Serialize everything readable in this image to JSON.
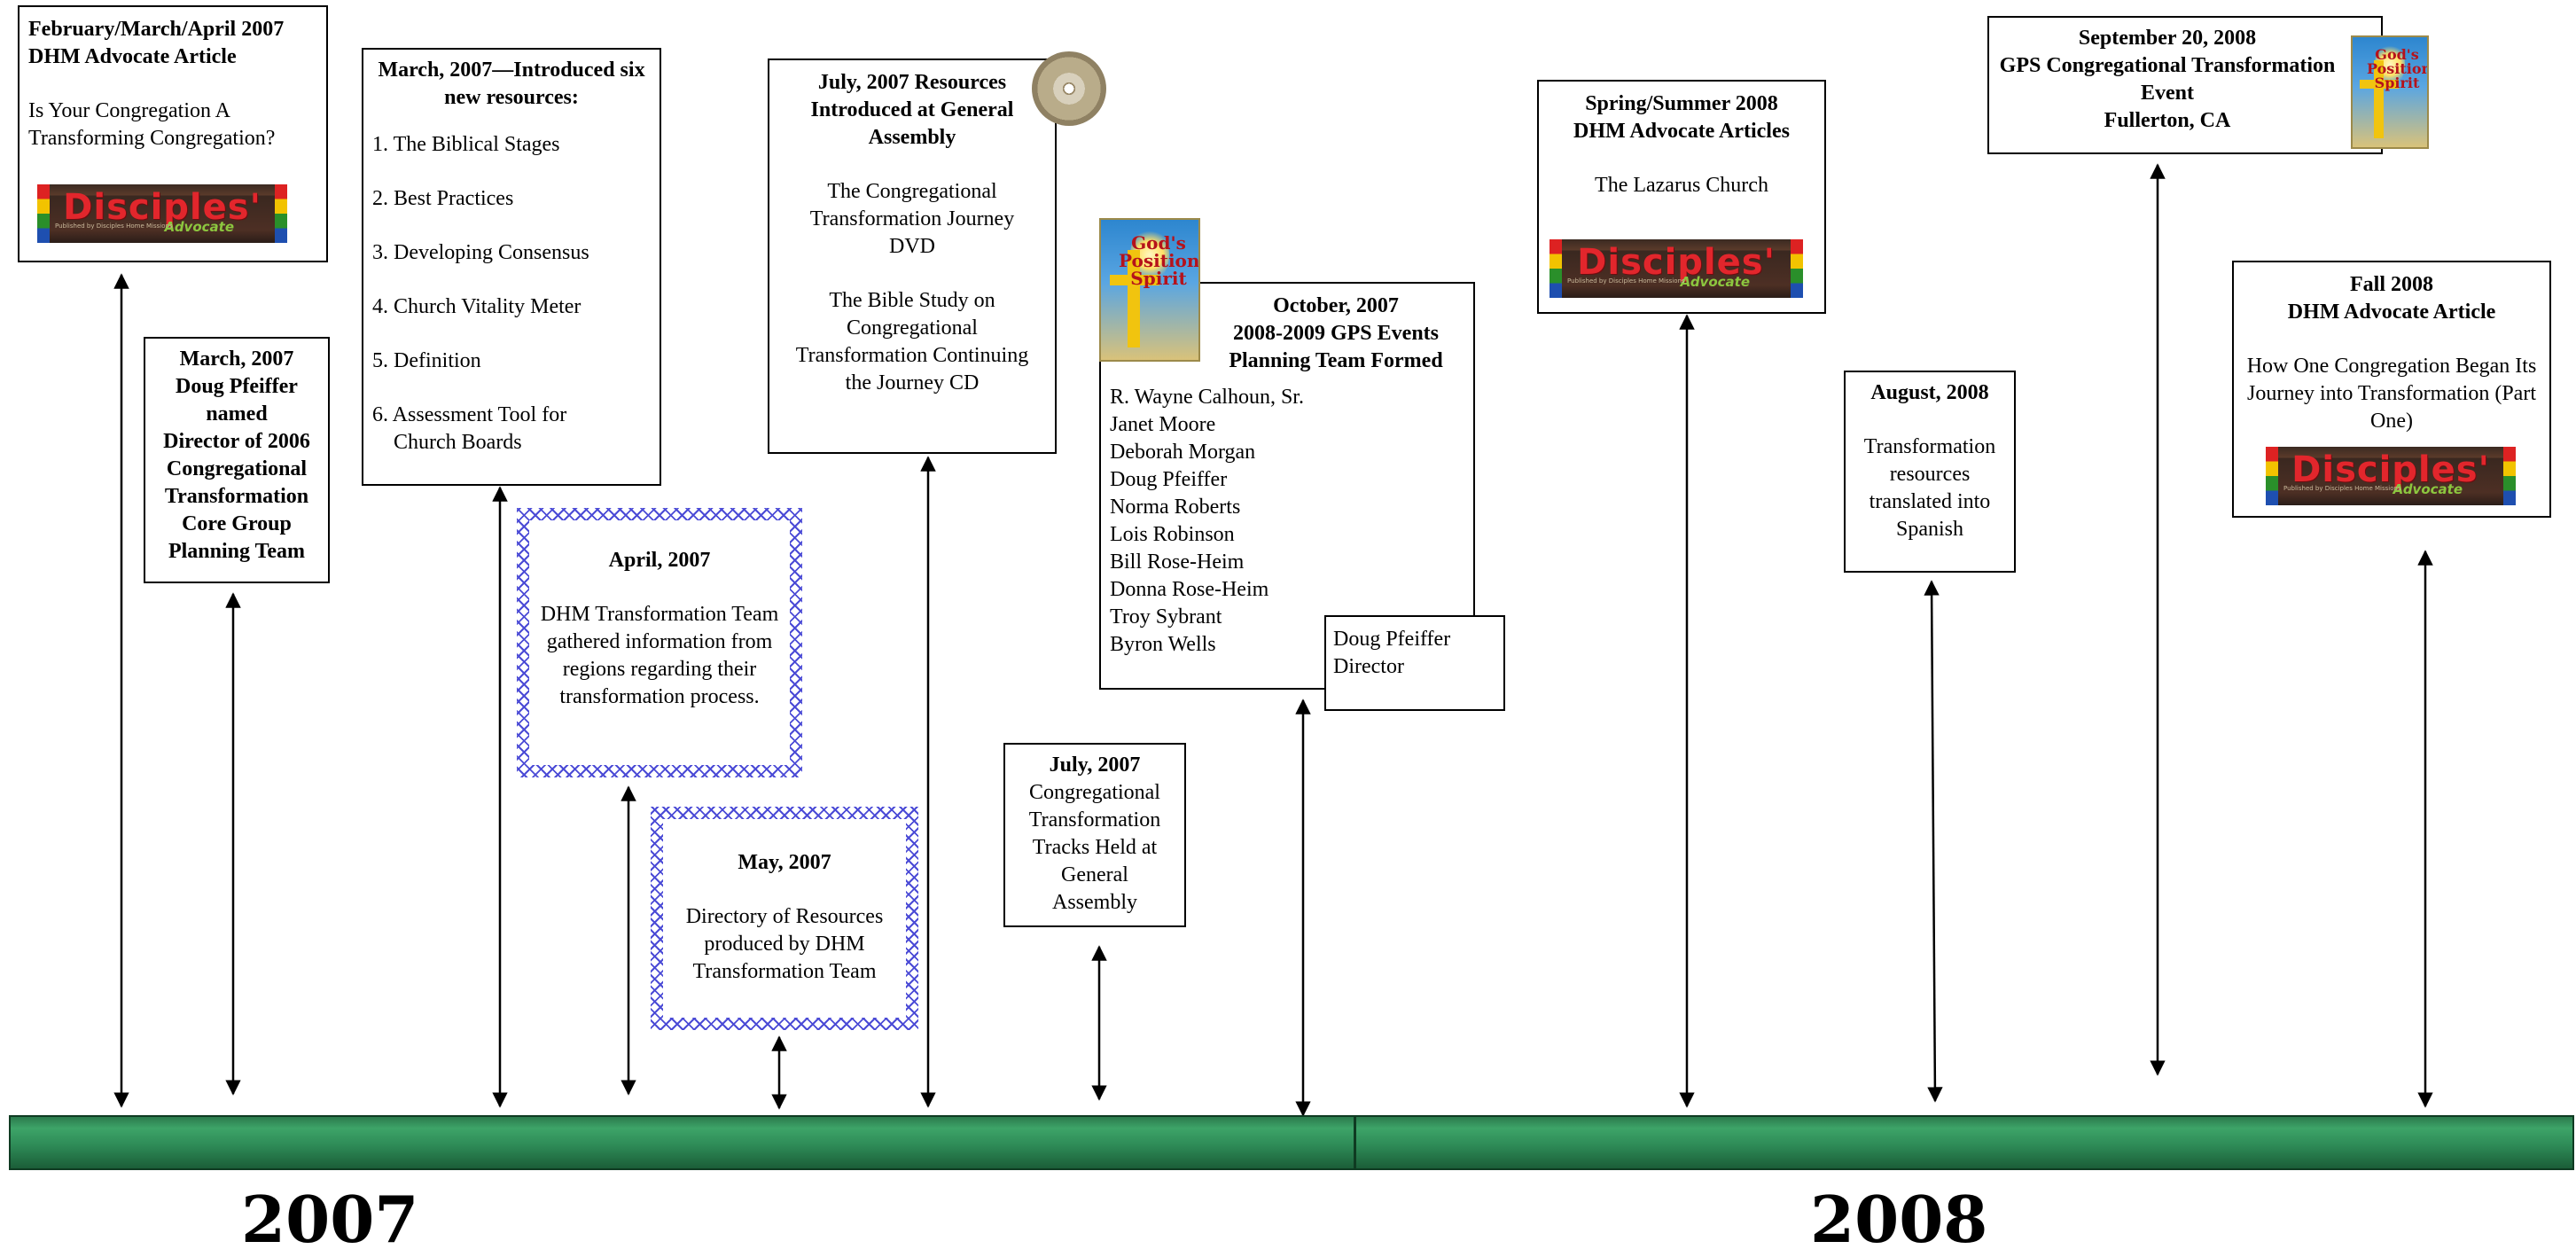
{
  "years": {
    "left": "2007",
    "right": "2008"
  },
  "events": {
    "feb2007": {
      "title": "February/March/April 2007\nDHM Advocate Article",
      "body": "Is Your Congregation A Transforming Congregation?"
    },
    "mar2007_doug": {
      "title": "March, 2007\nDoug Pfeiffer\nnamed\nDirector of 2006 Congregational Transformation Core Group Planning Team"
    },
    "mar2007_resources": {
      "title": "March, 2007—Introduced six new resources:",
      "items": [
        "1. The Biblical Stages",
        "2. Best Practices",
        "3. Developing Consensus",
        "4. Church Vitality Meter",
        "5. Definition",
        "6. Assessment Tool for\n    Church Boards"
      ]
    },
    "apr2007": {
      "title": "April, 2007",
      "body": "DHM Transformation Team gathered information from regions regarding their transformation process."
    },
    "may2007": {
      "title": "May, 2007",
      "body": "Directory of Resources produced by DHM Transformation Team"
    },
    "jul2007_resources": {
      "title": "July, 2007 Resources Introduced at General Assembly",
      "body1": "The Congregational Transformation Journey DVD",
      "body2": "The Bible Study on Congregational Transformation Continuing the Journey CD"
    },
    "jul2007_tracks": {
      "title": "July, 2007",
      "body": "Congregational Transformation Tracks Held at General Assembly"
    },
    "oct2007": {
      "title": "October, 2007\n2008-2009 GPS Events Planning Team Formed",
      "members": [
        "R. Wayne Calhoun, Sr.",
        "Janet Moore",
        "Deborah Morgan",
        "Doug Pfeiffer",
        "Norma Roberts",
        "Lois Robinson",
        "Bill Rose-Heim",
        "Donna Rose-Heim",
        "Troy Sybrant",
        "Byron Wells"
      ],
      "director": "Doug Pfeiffer\nDirector"
    },
    "spring2008": {
      "title": "Spring/Summer 2008\nDHM Advocate Articles",
      "body": "The Lazarus Church"
    },
    "aug2008": {
      "title": "August, 2008",
      "body": "Transformation resources translated into Spanish"
    },
    "sep2008": {
      "title": "September 20, 2008\nGPS Congregational Transformation Event\nFullerton, CA"
    },
    "fall2008": {
      "title": "Fall 2008\nDHM Advocate Article",
      "body": "How One Congregation Began Its Journey into Transformation (Part One)"
    }
  },
  "logos": {
    "disciples_word": "Disciples'",
    "disciples_sub": "Advocate",
    "disciples_tagline": "Published by Disciples Home Missions",
    "gps_word": "God's\nPositioning\nSpirit"
  },
  "colors": {
    "timeline": "#2e8b57",
    "hatch": "#4b4bd6",
    "logo_red": "#e2262c"
  }
}
